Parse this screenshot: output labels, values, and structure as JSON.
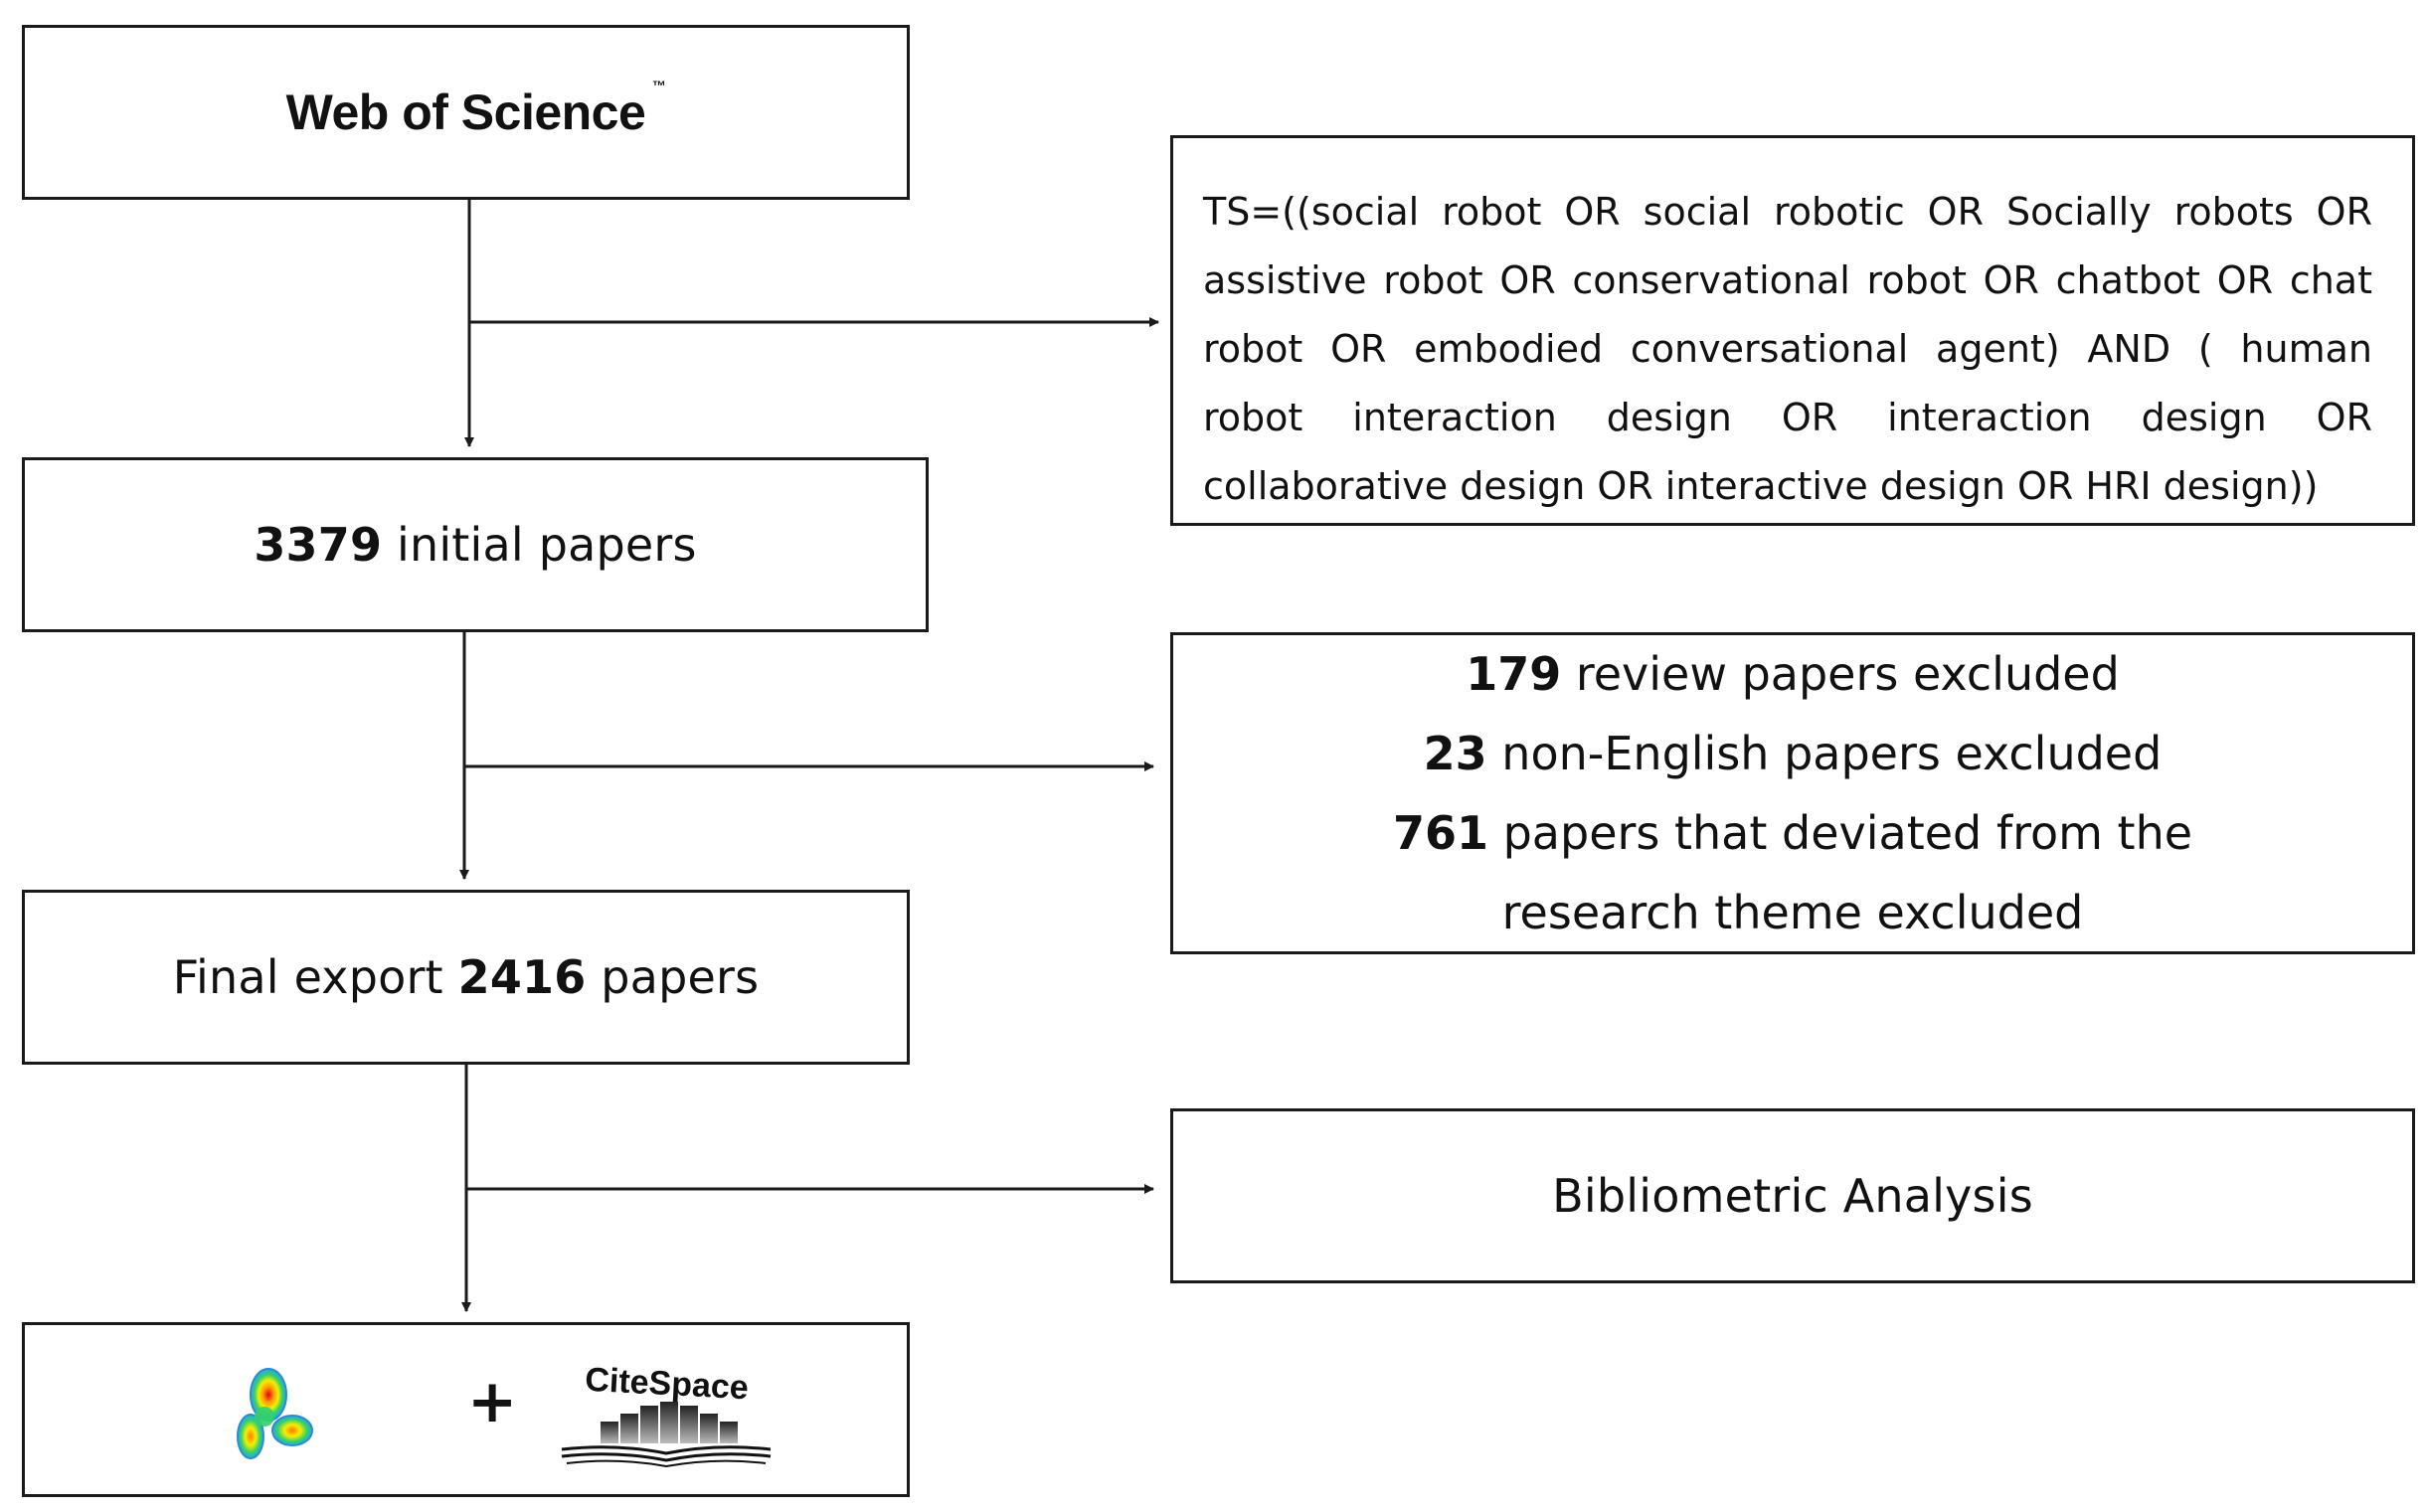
{
  "boxes": {
    "wos": {
      "title": "Web of Science",
      "trademark": "™"
    },
    "initial": {
      "count": "3379",
      "suffix": " initial papers"
    },
    "final": {
      "prefix": "Final export ",
      "count": "2416",
      "suffix": " papers"
    },
    "query": {
      "text": "TS=((social robot OR social robotic OR Socially robots OR assistive robot OR conservational robot OR chatbot OR chat robot OR embodied conversational agent) AND ( human robot interaction design OR interaction design OR collaborative design OR interactive design OR HRI design))"
    },
    "exclusions": {
      "line1": {
        "count": "179",
        "text": " review papers excluded"
      },
      "line2": {
        "count": "23",
        "text": " non-English papers excluded"
      },
      "line3": {
        "count": "761",
        "text": " papers that deviated from the"
      },
      "line4": {
        "text": "research theme excluded"
      }
    },
    "analysis": {
      "label": "Bibliometric Analysis"
    },
    "tools": {
      "plus": "+",
      "citespace_logo_text": "CiteSpace"
    }
  },
  "icons": {
    "vosviewer": "vosviewer-heatmap-logo",
    "citespace": "citespace-logo"
  },
  "colors": {
    "border": "#1a1a1a",
    "text": "#111111",
    "background": "#ffffff"
  }
}
